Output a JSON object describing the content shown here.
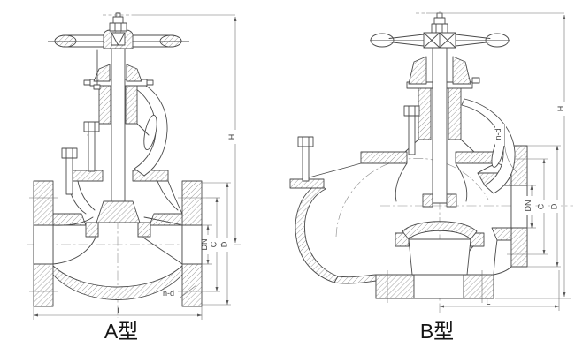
{
  "colors": {
    "background": "#ffffff",
    "line": "#4b4b4b",
    "dim_line": "#6e6e6e",
    "dim_text": "#3f3f3f",
    "title_text": "#141414"
  },
  "figures": [
    {
      "title": "A型",
      "dims": {
        "H": "H",
        "DN": "DN",
        "C": "C",
        "D": "D",
        "L": "L",
        "n_d": "n-d"
      }
    },
    {
      "title": "B型",
      "dims": {
        "H": "H",
        "DN": "DN",
        "C": "C",
        "D": "D",
        "L": "L",
        "n_d": "n-d"
      }
    }
  ]
}
